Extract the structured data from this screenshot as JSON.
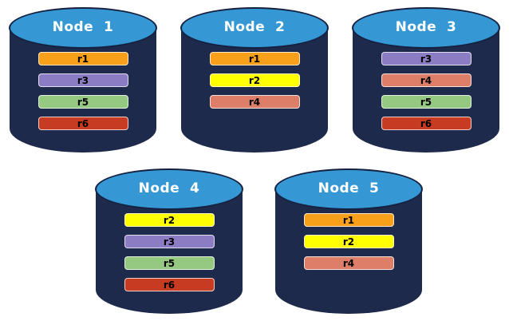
{
  "diagram": {
    "description": "Database nodes with replica distribution",
    "colors": {
      "background": "#FFFFFF",
      "cylinder_body": "#1E2A4B",
      "cylinder_top": "#3598D5",
      "cylinder_top_border": "#152140",
      "node_label_text": "#FFFFFF",
      "replica_label_text": "#000000",
      "replicas": {
        "r1": "#F9A01B",
        "r2": "#FFFF00",
        "r3": "#8B7CC3",
        "r4": "#DC7E68",
        "r5": "#95C881",
        "r6": "#C63B21"
      }
    },
    "nodes": [
      {
        "label": "Node  1",
        "replicas": [
          "r1",
          "r3",
          "r5",
          "r6"
        ]
      },
      {
        "label": "Node  2",
        "replicas": [
          "r1",
          "r2",
          "r4"
        ]
      },
      {
        "label": "Node  3",
        "replicas": [
          "r3",
          "r4",
          "r5",
          "r6"
        ]
      },
      {
        "label": "Node  4",
        "replicas": [
          "r2",
          "r3",
          "r5",
          "r6"
        ]
      },
      {
        "label": "Node  5",
        "replicas": [
          "r1",
          "r2",
          "r4"
        ]
      }
    ]
  }
}
